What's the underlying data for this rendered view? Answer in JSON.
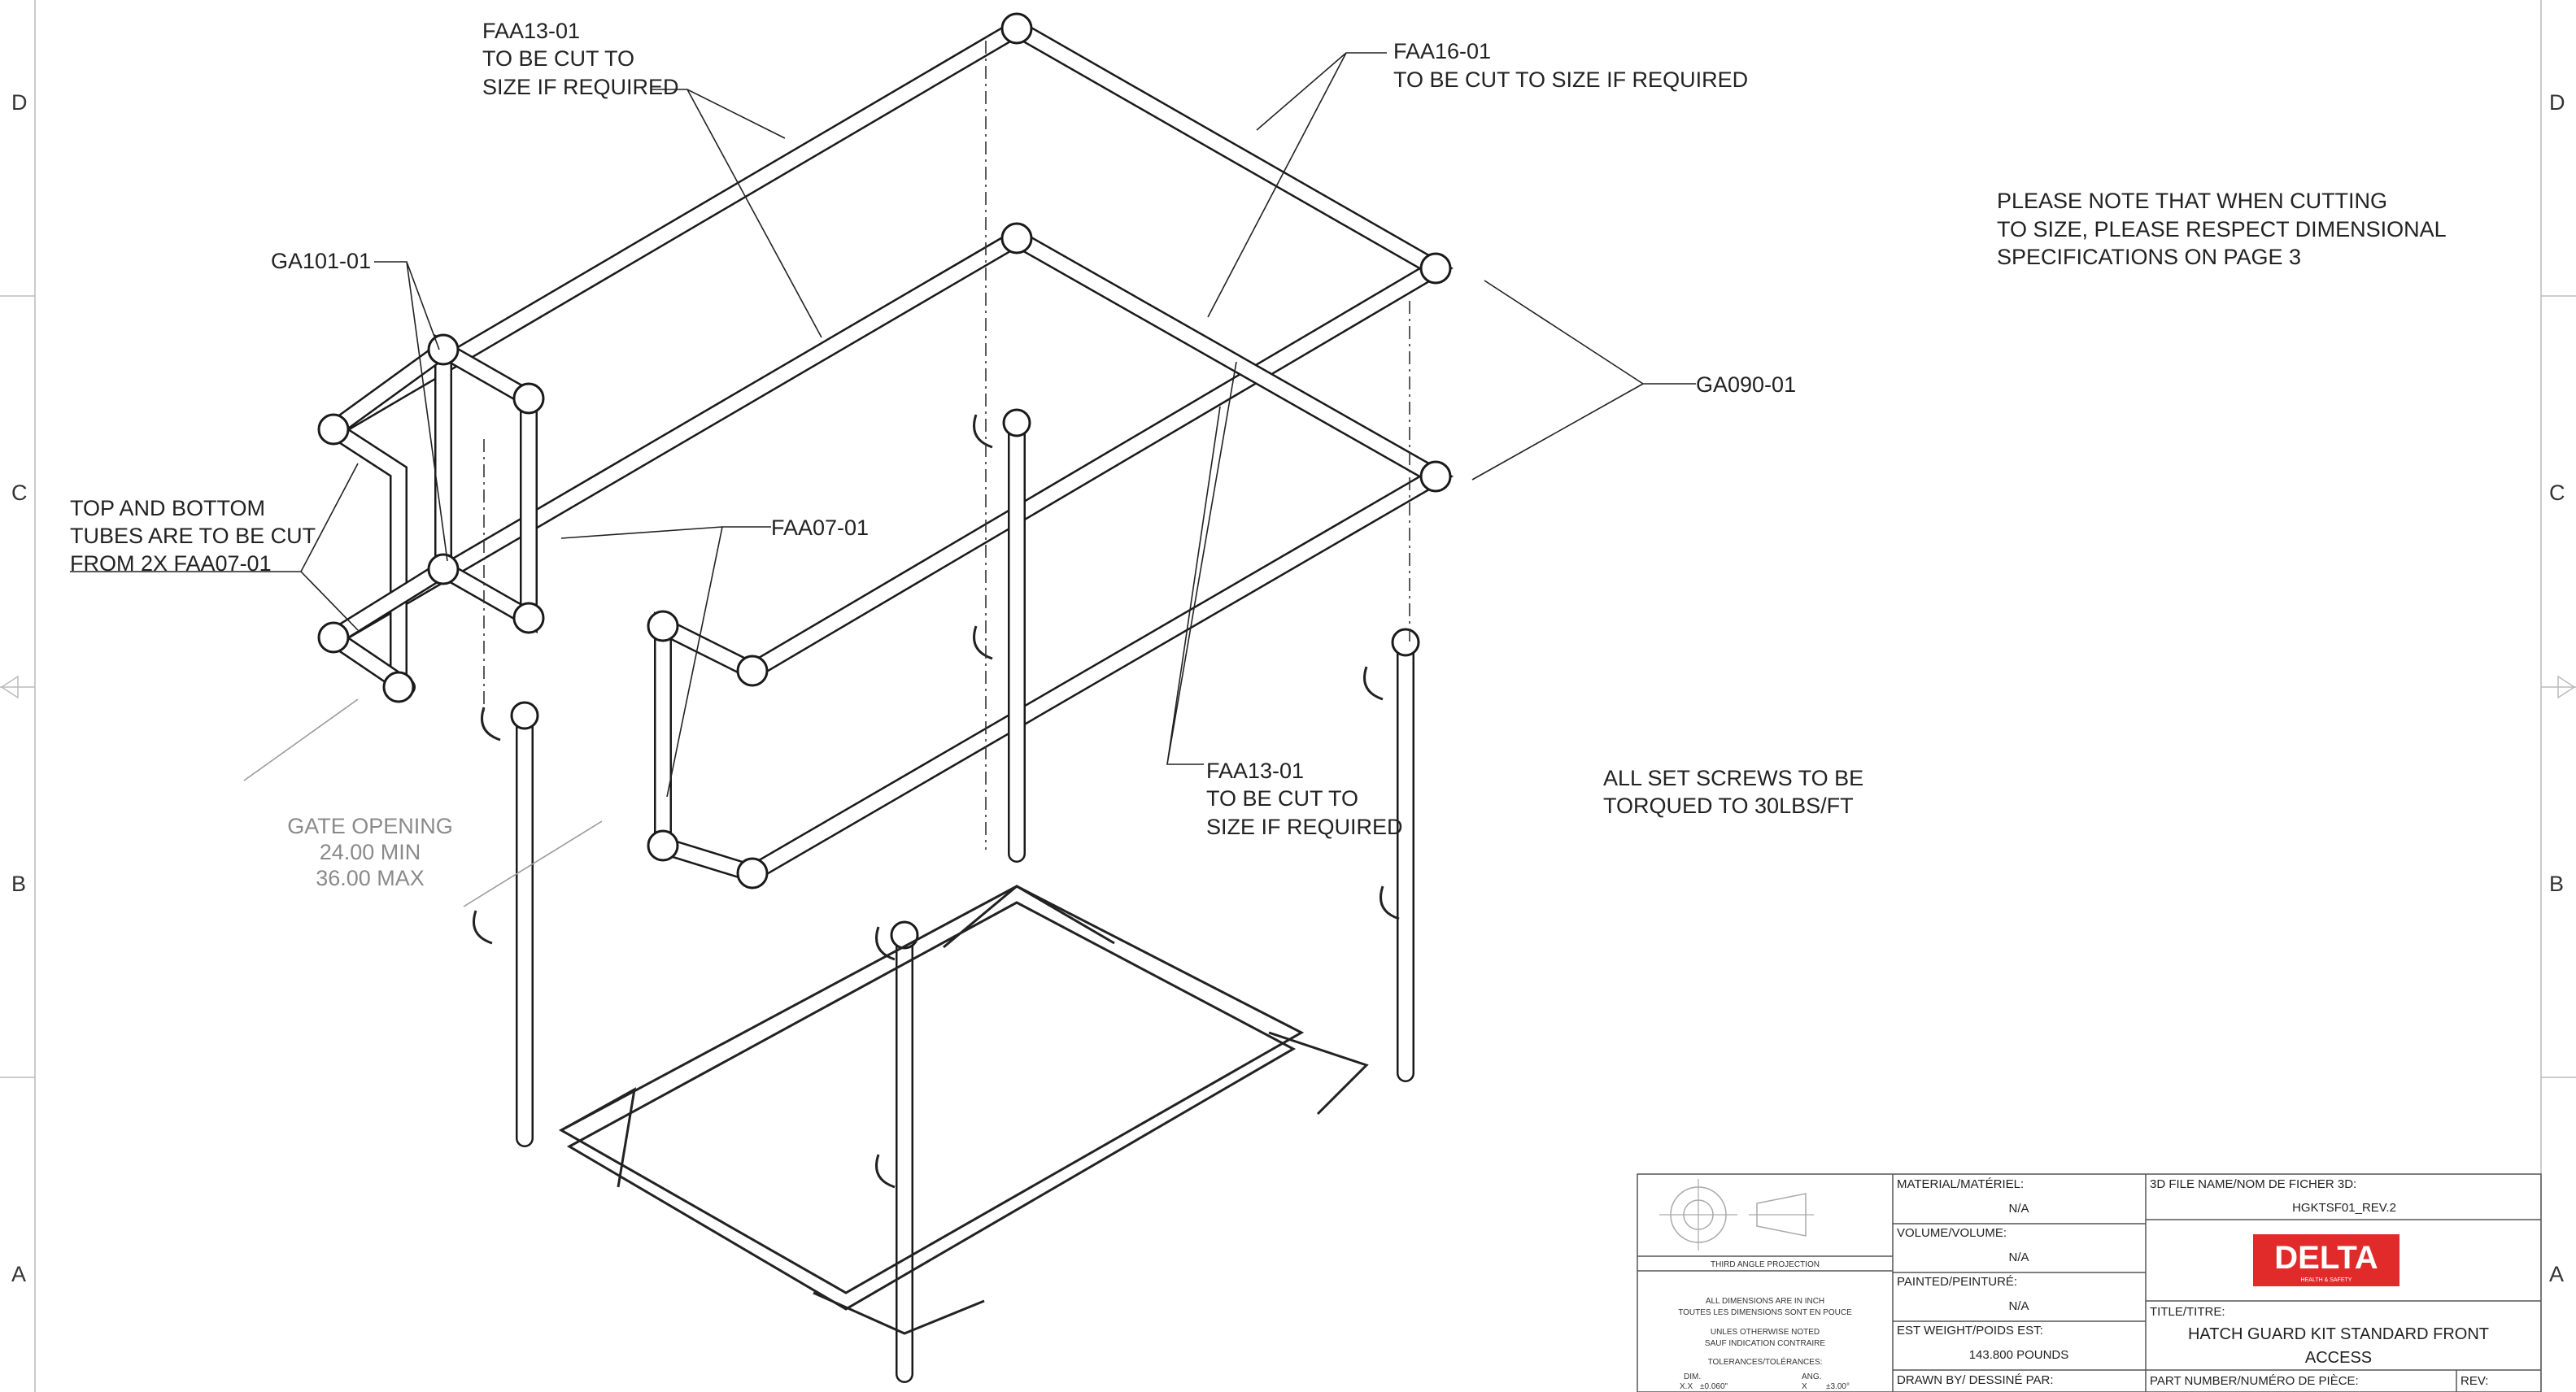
{
  "zones": {
    "left": [
      "D",
      "C",
      "B",
      "A"
    ],
    "right": [
      "D",
      "C",
      "B",
      "A"
    ]
  },
  "callouts": {
    "faa13_top": [
      "FAA13-01",
      "TO BE CUT TO",
      "SIZE IF REQUIRED"
    ],
    "faa16": [
      "FAA16-01",
      "TO BE CUT TO SIZE IF REQUIRED"
    ],
    "ga101": "GA101-01",
    "ga090": "GA090-01",
    "faa07": "FAA07-01",
    "top_bottom": [
      "TOP AND BOTTOM",
      "TUBES ARE TO BE CUT",
      "FROM 2X FAA07-01"
    ],
    "gate_opening": [
      "GATE OPENING",
      "24.00 MIN",
      "36.00 MAX"
    ],
    "faa13_bottom": [
      "FAA13-01",
      "TO BE CUT TO",
      "SIZE IF REQUIRED"
    ]
  },
  "notes": {
    "cutting": [
      "PLEASE NOTE THAT WHEN CUTTING",
      "TO SIZE, PLEASE RESPECT DIMENSIONAL",
      "SPECIFICATIONS ON PAGE 3"
    ],
    "set_screws": [
      "ALL SET SCREWS TO BE",
      "TORQUED TO 30LBS/FT"
    ]
  },
  "title_block": {
    "projection": "THIRD ANGLE PROJECTION",
    "dims_note": [
      "ALL DIMENSIONS ARE IN INCH",
      "TOUTES LES DIMENSIONS SONT EN POUCE",
      "UNLES OTHERWISE NOTED",
      "SAUF INDICATION CONTRAIRE",
      "TOLERANCES/TOLÉRANCES:"
    ],
    "tol_dim_label": "DIM.",
    "tol_ang_label": "ANG.",
    "tol_dim": [
      "X.X",
      "±0.060\""
    ],
    "tol_ang": [
      "X",
      "±3.00°"
    ],
    "material_label": "MATERIAL/MATÉRIEL:",
    "material_value": "N/A",
    "volume_label": "VOLUME/VOLUME:",
    "volume_value": "N/A",
    "painted_label": "PAINTED/PEINTURÉ:",
    "painted_value": "N/A",
    "weight_label": "EST WEIGHT/POIDS EST:",
    "weight_value": "143.800 POUNDS",
    "drawn_label": "DRAWN BY/ DESSINÉ PAR:",
    "file_label": "3D FILE NAME/NOM DE FICHER 3D:",
    "file_value": "HGKTSF01_REV.2",
    "logo": "DELTA",
    "logo_sub": "HEALTH & SAFETY",
    "title_label": "TITLE/TITRE:",
    "title_value": [
      "HATCH GUARD KIT STANDARD FRONT",
      "ACCESS"
    ],
    "part_label": "PART NUMBER/NUMÉRO DE PIÈCE:",
    "rev_label": "REV:"
  },
  "colors": {
    "logo_red": "#e12b2b",
    "line": "#1a1a1a",
    "dim_gray": "#8a8a8a"
  }
}
